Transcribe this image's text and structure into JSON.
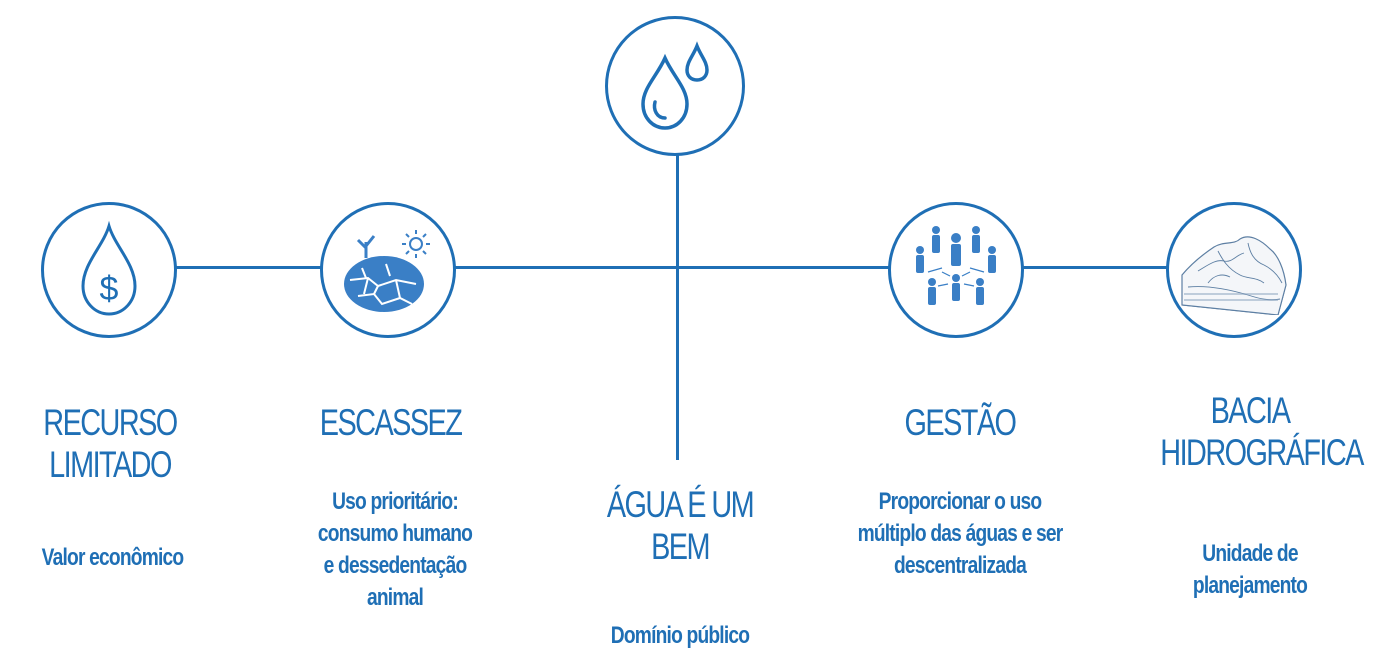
{
  "nodes": [
    {
      "id": "recurso",
      "title": "RECURSO LIMITADO",
      "subtitle": "Valor econômico",
      "icon": "money-drop-icon"
    },
    {
      "id": "escassez",
      "title": "ESCASSEZ",
      "subtitle": "Uso prioritário: consumo humano e dessedentação animal",
      "icon": "dry-earth-icon"
    },
    {
      "id": "agua",
      "title": "ÁGUA É UM BEM",
      "subtitle": "Domínio público",
      "icon": "water-drops-icon"
    },
    {
      "id": "gestao",
      "title": "GESTÃO",
      "subtitle": "Proporcionar o uso múltiplo das águas e ser descentralizada",
      "icon": "people-network-icon"
    },
    {
      "id": "bacia",
      "title": "BACIA HIDROGRÁFICA",
      "subtitle": "Unidade de planejamento",
      "icon": "terrain-icon"
    }
  ],
  "colors": {
    "accent": "#1f6fb5"
  }
}
